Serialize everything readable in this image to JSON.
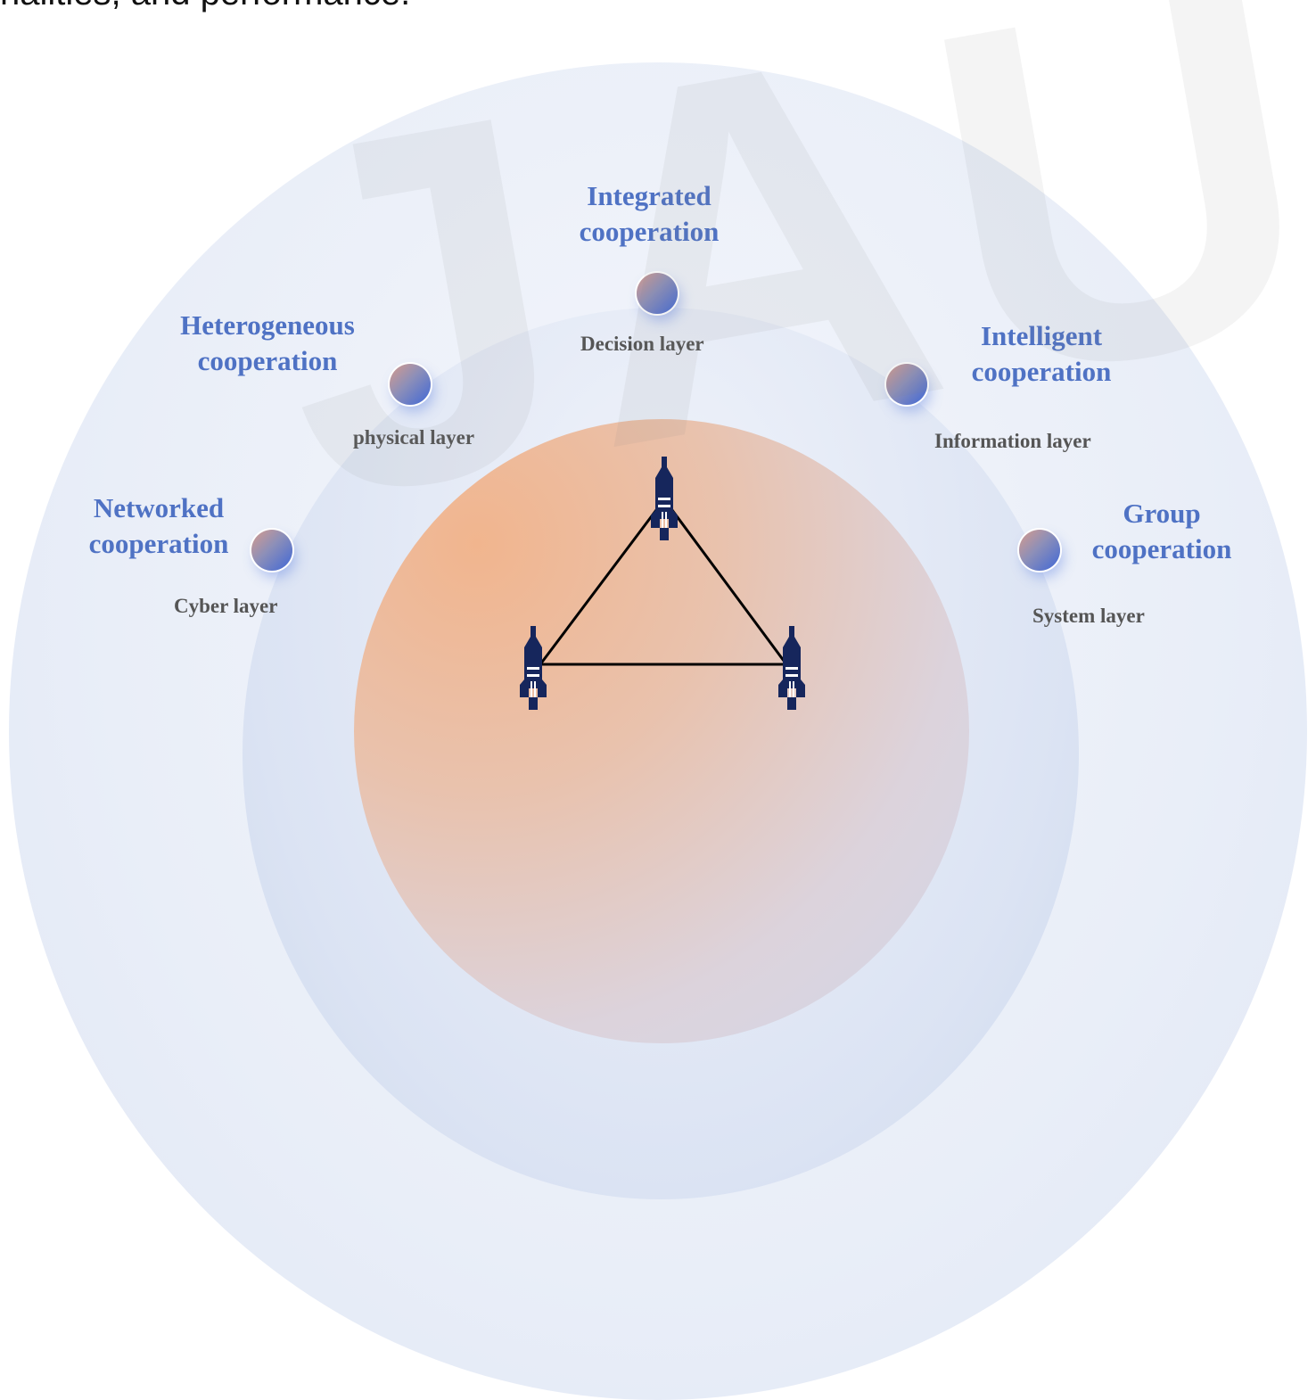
{
  "header_text": "nalities, and performance.",
  "watermark": "JAUST",
  "center": {
    "icon": "rocket-icon",
    "connector": "triangle"
  },
  "nodes": [
    {
      "cooperation": [
        "Integrated",
        "cooperation"
      ],
      "layer": "Decision layer"
    },
    {
      "cooperation": [
        "Heterogeneous",
        "cooperation"
      ],
      "layer": "physical layer"
    },
    {
      "cooperation": [
        "Intelligent",
        "cooperation"
      ],
      "layer": "Information layer"
    },
    {
      "cooperation": [
        "Networked",
        "cooperation"
      ],
      "layer": "Cyber layer"
    },
    {
      "cooperation": [
        "Group",
        "cooperation"
      ],
      "layer": "System layer"
    }
  ],
  "colors": {
    "label_blue": "#4f72c4",
    "layer_gray": "#555555",
    "rocket_navy": "#16265c",
    "dot_gradient": [
      "#d79b8c",
      "#3f67d6"
    ]
  }
}
